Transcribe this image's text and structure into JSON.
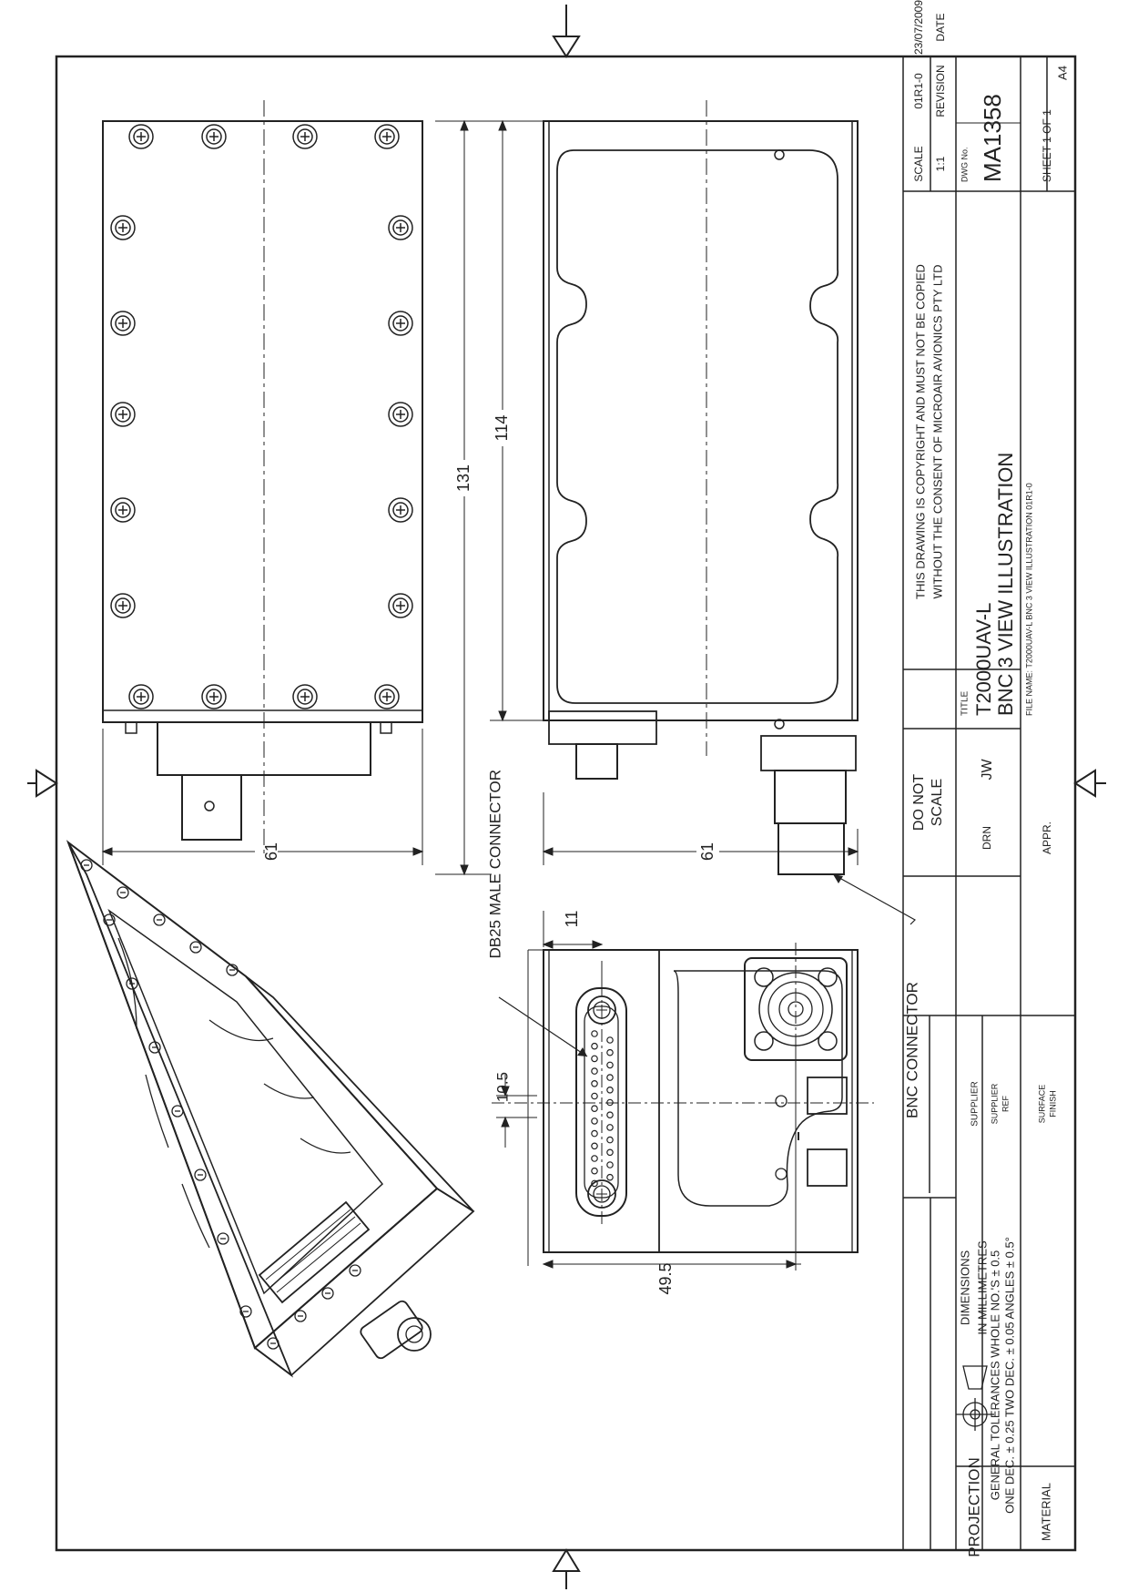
{
  "dimensions": {
    "top_height": "61",
    "side_height": "61",
    "overall_length": "131",
    "body_length": "114",
    "connector_offset": "11",
    "pin_spacing": "10.5",
    "end_height": "49.5"
  },
  "callouts": {
    "db25": "DB25 MALE CONNECTOR",
    "bnc": "BNC CONNECTOR"
  },
  "title_block": {
    "projection": "PROJECTION",
    "dimensions_l1": "DIMENSIONS",
    "dimensions_l2": "IN MILLIMETRES",
    "supplier": "SUPPLIER",
    "tolerance_l1": "GENERAL TOLERANCES WHOLE NO.'S ± 0.5",
    "tolerance_l2": "ONE DEC. ± 0.25 TWO DEC. ± 0.05 ANGLES ± 0.5°",
    "supplier_ref_l1": "SUPPLIER",
    "supplier_ref_l2": "REF",
    "material": "MATERIAL",
    "surface_l1": "SURFACE",
    "surface_l2": "FINISH",
    "do_not_l1": "DO NOT",
    "do_not_l2": "SCALE",
    "drn": "DRN",
    "drn_value": "JW",
    "appr": "APPR.",
    "copyright_l1": "THIS DRAWING IS COPYRIGHT AND MUST NOT BE COPIED",
    "copyright_l2": "WITHOUT THE CONSENT OF MICROAIR AVIONICS PTY LTD",
    "title_label": "TITLE",
    "title_l1": "T2000UAV-L",
    "title_l2": "BNC 3 VIEW ILLUSTRATION",
    "file_name": "FILE NAME: T2000UAV-L BNC 3 VIEW ILLUSTRATION 01R1-0",
    "scale_label": "SCALE",
    "scale_value": "1:1",
    "revision_value": "01R1-0",
    "revision_label": "REVISION",
    "date_value": "23/07/2009",
    "date_label": "DATE",
    "dwg_label": "DWG No.",
    "dwg_value": "MA1358",
    "sheet": "SHEET  1  OF    1",
    "size": "A4"
  }
}
